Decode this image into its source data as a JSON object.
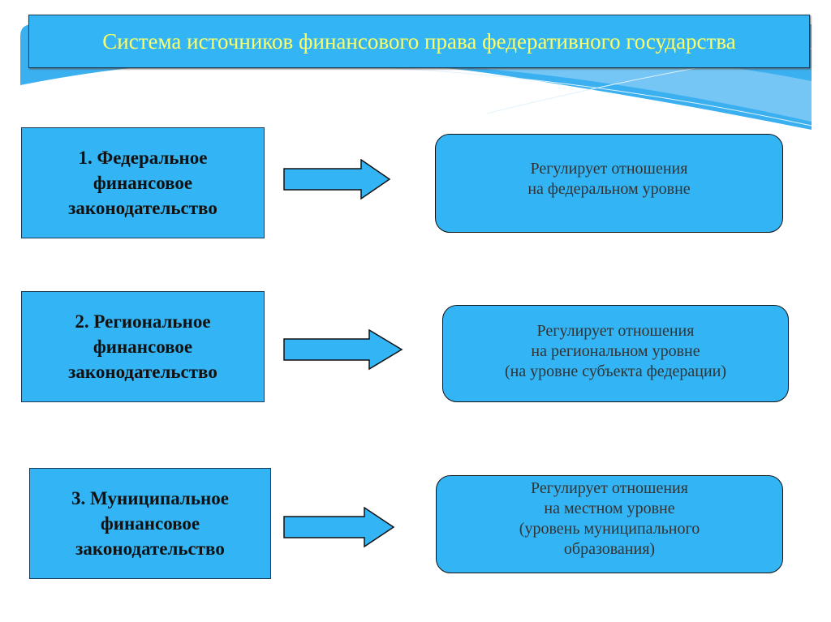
{
  "title": "Система источников финансового права федеративного государства",
  "colors": {
    "box": "#33b5f5",
    "title_text": "#ffff66"
  },
  "rows": [
    {
      "source": "1.  Федеральное\nфинансовое\nзаконодательство",
      "regulates": "Регулирует отношения\nна федеральном уровне"
    },
    {
      "source": "2. Региональное\nфинансовое\nзаконодательство",
      "regulates": "Регулирует отношения\nна региональном уровне\n(на уровне субъекта федерации)"
    },
    {
      "source": "3. Муниципальное\nфинансовое\nзаконодательство",
      "regulates": "Регулирует отношения\nна местном уровне\n(уровень муниципального\nобразования)"
    }
  ]
}
